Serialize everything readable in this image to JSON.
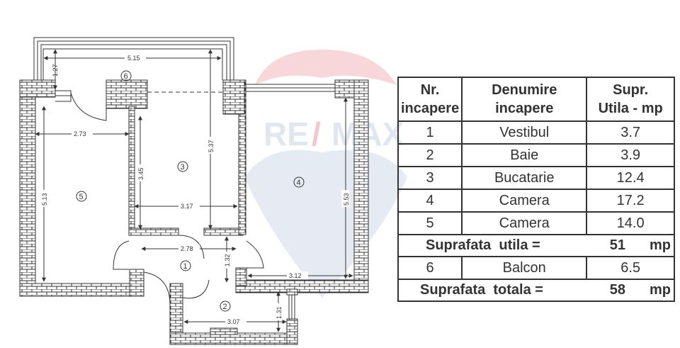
{
  "watermark": {
    "text": "RE/MAX",
    "colors": {
      "red": "#f3c6c9",
      "blue": "#dfe6f0"
    }
  },
  "plan": {
    "rooms": [
      {
        "id": "1",
        "label": "1"
      },
      {
        "id": "2",
        "label": "2"
      },
      {
        "id": "3",
        "label": "3"
      },
      {
        "id": "4",
        "label": "4"
      },
      {
        "id": "5",
        "label": "5"
      },
      {
        "id": "6",
        "label": "6"
      }
    ],
    "dimensions": {
      "balcony_width": "5.15",
      "balcony_depth": "1.27",
      "room5_width": "2.73",
      "room5_length": "5.13",
      "room3_length": "5.37",
      "room3_partial": "3.45",
      "room3_width": "3.17",
      "room4_length": "5.53",
      "room4_width": "3.12",
      "hall_width": "2.78",
      "hall_depth": "1.32",
      "bath_width": "3.07",
      "bath_depth": "1.31"
    }
  },
  "table": {
    "headers": [
      {
        "line1": "Nr.",
        "line2": "incapere"
      },
      {
        "line1": "Denumire",
        "line2": "incapere"
      },
      {
        "line1": "Supr.",
        "line2": "Utila - mp"
      }
    ],
    "rows": [
      {
        "nr": "1",
        "name": "Vestibul",
        "area": "3.7"
      },
      {
        "nr": "2",
        "name": "Baie",
        "area": "3.9"
      },
      {
        "nr": "3",
        "name": "Bucatarie",
        "area": "12.4"
      },
      {
        "nr": "4",
        "name": "Camera",
        "area": "17.2"
      },
      {
        "nr": "5",
        "name": "Camera",
        "area": "14.0"
      }
    ],
    "useful_total": {
      "label": "Suprafata  utila =",
      "value": "51",
      "unit": "mp"
    },
    "extra_rows": [
      {
        "nr": "6",
        "name": "Balcon",
        "area": "6.5"
      }
    ],
    "grand_total": {
      "label": "Suprafata  totala =",
      "value": "58",
      "unit": "mp"
    }
  }
}
